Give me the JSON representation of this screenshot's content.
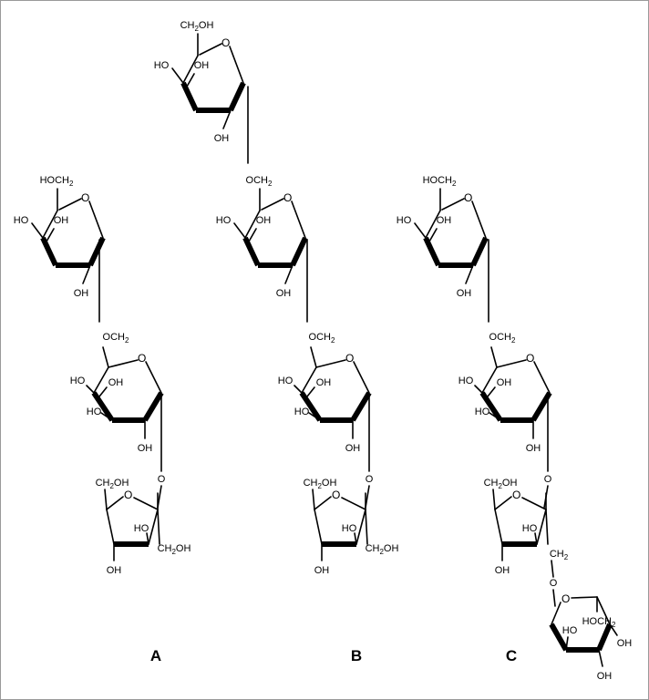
{
  "labels": {
    "OH": "OH",
    "O": "O",
    "CH2": "CH",
    "sub2": "2",
    "OCH2": "OCH",
    "HOCH2": "HOCH",
    "CH2OH_pre": "CH",
    "CH2OH_post": "OH",
    "HO": "HO"
  },
  "panels": [
    {
      "letter": "A"
    },
    {
      "letter": "B"
    },
    {
      "letter": "C"
    }
  ]
}
